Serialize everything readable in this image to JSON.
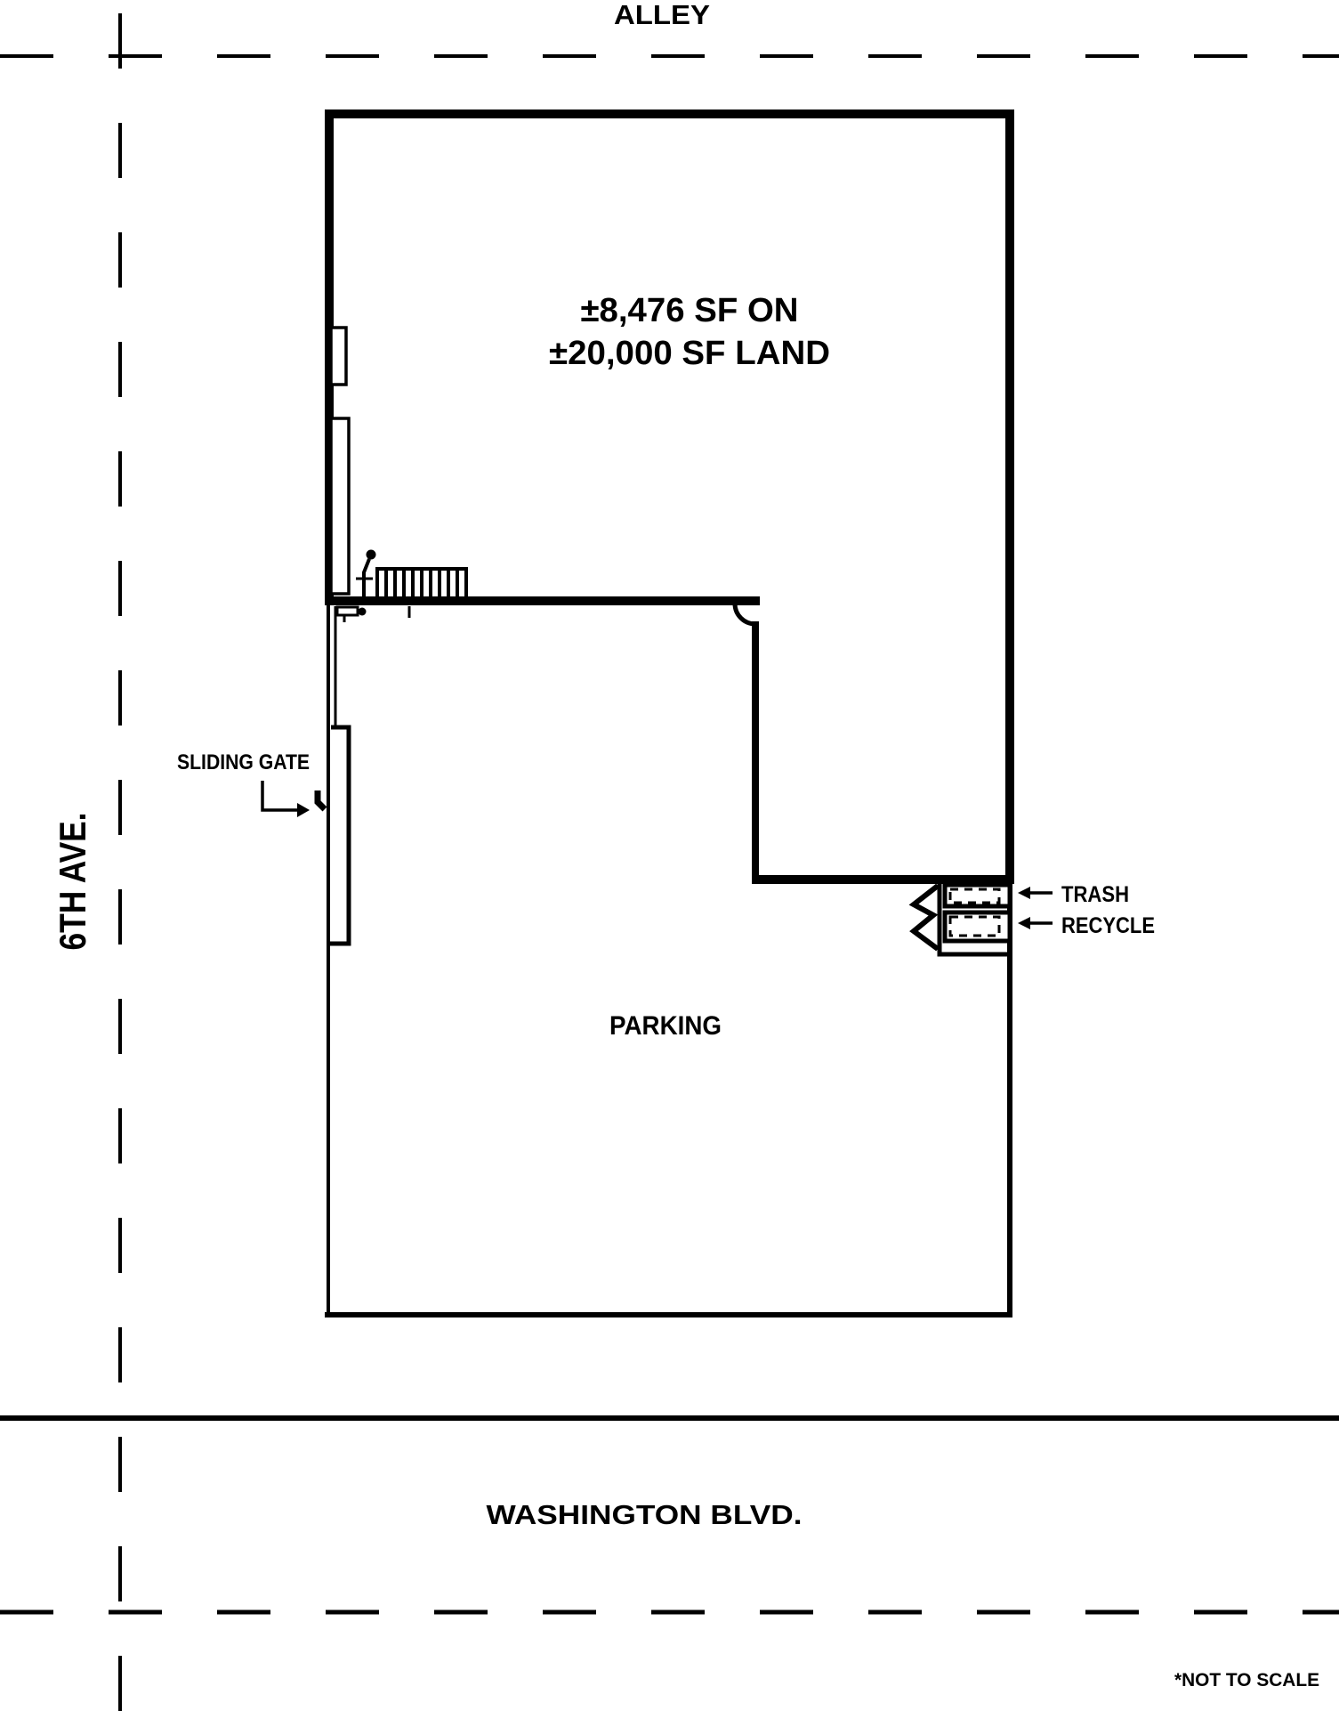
{
  "colors": {
    "ink": "#000000",
    "paper": "#ffffff"
  },
  "streets": {
    "alley_label": "ALLEY",
    "sixth_ave_label": "6TH AVE.",
    "washington_label": "WASHINGTON BLVD."
  },
  "building": {
    "area_line1": "±8,476 SF ON",
    "area_line2": "±20,000 SF LAND"
  },
  "site": {
    "parking_label": "PARKING",
    "sliding_gate_label": "SLIDING GATE",
    "trash_label": "TRASH",
    "recycle_label": "RECYCLE"
  },
  "footer": {
    "scale_note": "*NOT TO SCALE"
  }
}
